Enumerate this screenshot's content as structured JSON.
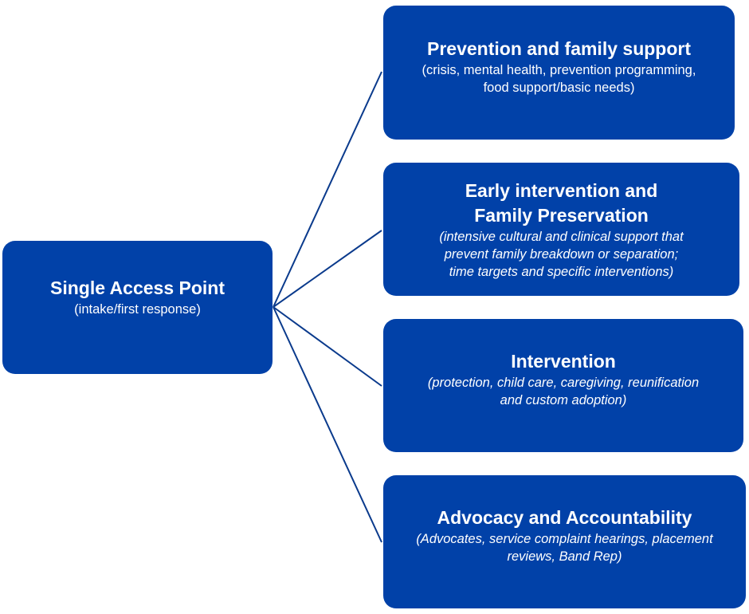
{
  "colors": {
    "box_fill": "#0141a8",
    "connector": "#0a3a8c",
    "text": "#ffffff"
  },
  "root": {
    "title": "Single Access Point",
    "subtitle": "(intake/first response)"
  },
  "branches": [
    {
      "title_lines": [
        "Prevention and family support"
      ],
      "subtitle_lines": [
        "(crisis, mental health, prevention programming,",
        "food support/basic needs)"
      ],
      "italic": false
    },
    {
      "title_lines": [
        "Early intervention and",
        "Family Preservation"
      ],
      "subtitle_lines": [
        "(intensive cultural and clinical support that",
        "prevent family breakdown or separation;",
        "time targets and specific interventions)"
      ],
      "italic": true
    },
    {
      "title_lines": [
        "Intervention"
      ],
      "subtitle_lines": [
        "(protection, child care, caregiving, reunification",
        "and custom adoption)"
      ],
      "italic": true
    },
    {
      "title_lines": [
        "Advocacy and Accountability"
      ],
      "subtitle_lines": [
        "(Advocates, service complaint hearings, placement",
        "reviews, Band Rep)"
      ],
      "italic": true
    }
  ]
}
